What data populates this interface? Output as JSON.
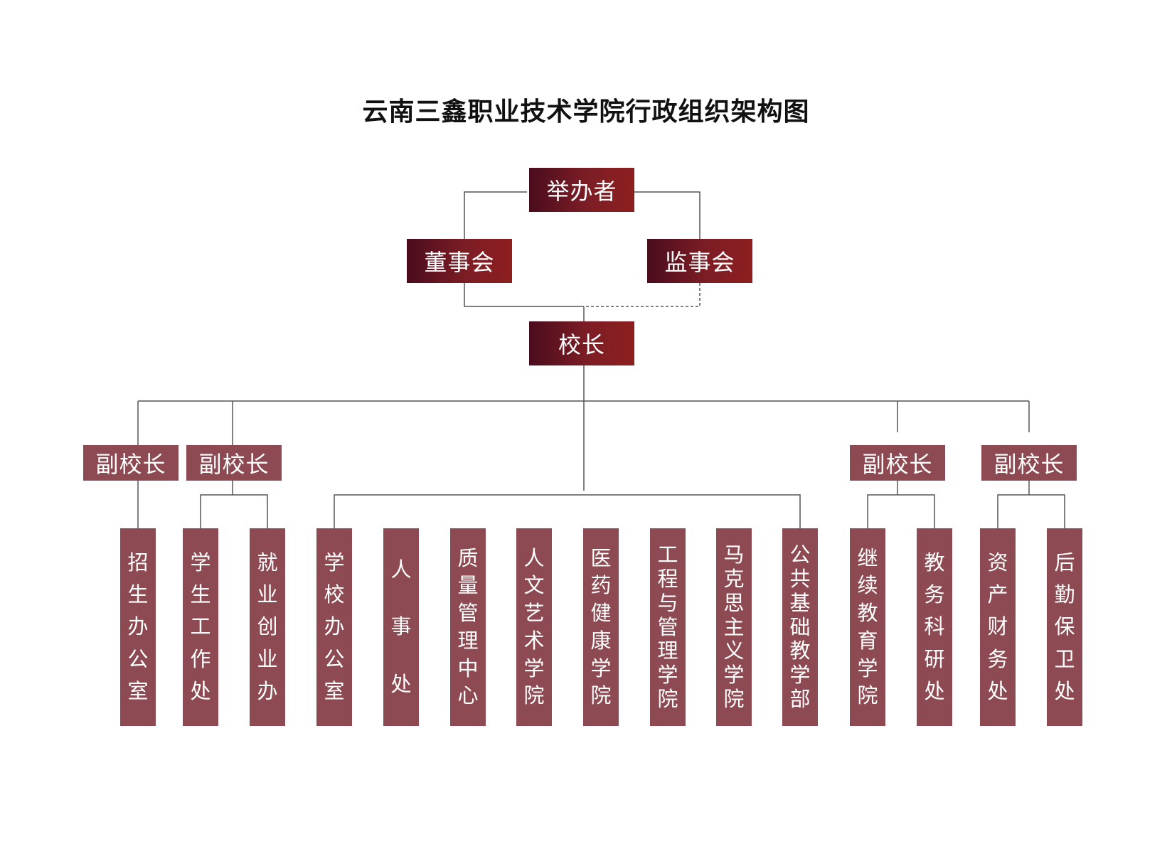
{
  "title": "云南三鑫职业技术学院行政组织架构图",
  "colors": {
    "top_start": "#4a0c1d",
    "top_end": "#8d1f1f",
    "box": "#8d4a52",
    "line": "#555555"
  },
  "nodes": {
    "sponsor": "举办者",
    "board": "董事会",
    "supervisory": "监事会",
    "president": "校长",
    "vice_presidents": [
      "副校长",
      "副校长",
      "副校长",
      "副校长"
    ]
  },
  "departments": [
    "招生办公室",
    "学生工作处",
    "就业创业办",
    "学校办公室",
    "人事处",
    "质量管理中心",
    "人文艺术学院",
    "医药健康学院",
    "工程与管理学院",
    "马克思主义学院",
    "公共基础教学部",
    "继续教育学院",
    "教务科研处",
    "资产财务处",
    "后勤保卫处"
  ]
}
